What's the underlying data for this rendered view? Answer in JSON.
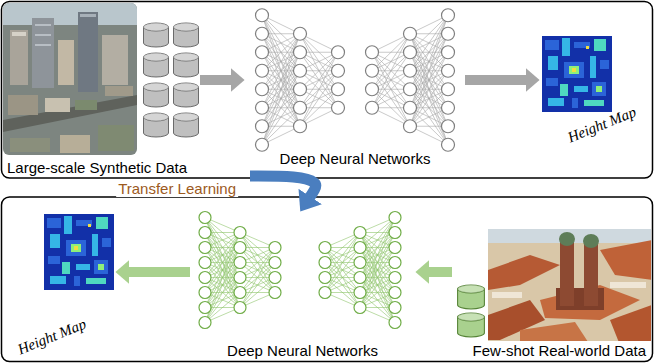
{
  "diagram": {
    "nodes": [
      {
        "text": [
          "Large-scale Synthetic Data"
        ]
      },
      {
        "text": [
          "Deep Neural Networks"
        ]
      },
      {
        "text": [
          "Height Map"
        ]
      },
      {
        "text": [
          "Few-shot Real-world Data"
        ]
      },
      {
        "text": [
          "Deep Neural Networks"
        ]
      },
      {
        "text": [
          "Height Map"
        ]
      }
    ],
    "edges": [
      {
        "from": 0,
        "to": 1,
        "arrow": "to"
      },
      {
        "from": 1,
        "to": 2,
        "arrow": "to"
      },
      {
        "from": 1,
        "to": 4,
        "label": "Transfer Learning",
        "arrow": "to"
      },
      {
        "from": 3,
        "to": 4,
        "arrow": "to"
      },
      {
        "from": 4,
        "to": 5,
        "arrow": "to"
      }
    ]
  }
}
